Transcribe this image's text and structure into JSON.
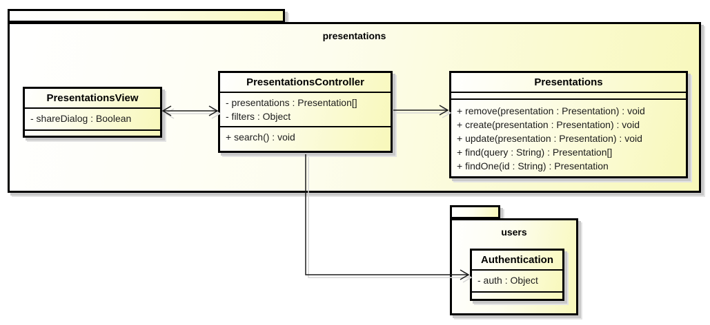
{
  "diagram": {
    "type": "uml-class-diagram",
    "packages": {
      "presentations": {
        "name": "presentations",
        "classes": {
          "view": {
            "name": "PresentationsView",
            "attributes": [
              "- shareDialog : Boolean"
            ],
            "methods": []
          },
          "controller": {
            "name": "PresentationsController",
            "attributes": [
              "- presentations : Presentation[]",
              "- filters : Object"
            ],
            "methods": [
              "+ search() : void"
            ]
          },
          "presentations": {
            "name": "Presentations",
            "attributes": [],
            "methods": [
              "+ remove(presentation : Presentation) : void",
              "+ create(presentation : Presentation) : void",
              "+ update(presentation : Presentation) : void",
              "+ find(query : String) : Presentation[]",
              "+ findOne(id : String) : Presentation"
            ]
          }
        }
      },
      "users": {
        "name": "users",
        "classes": {
          "authentication": {
            "name": "Authentication",
            "attributes": [
              "- auth : Object"
            ],
            "methods": []
          }
        }
      }
    },
    "relations": [
      {
        "from": "PresentationsView",
        "to": "PresentationsController",
        "type": "bidirectional-association"
      },
      {
        "from": "PresentationsController",
        "to": "Presentations",
        "type": "directed-association"
      },
      {
        "from": "PresentationsController",
        "to": "Authentication",
        "type": "directed-association"
      }
    ],
    "colors": {
      "shape_border": "#000000",
      "fill_light": "#ffffff",
      "fill_yellow": "#f8f8ba",
      "shadow": "#c9c9c9",
      "connector": "#1a1a1a",
      "connector_shadow": "#d6d6d6",
      "background": "#ffffff"
    }
  }
}
